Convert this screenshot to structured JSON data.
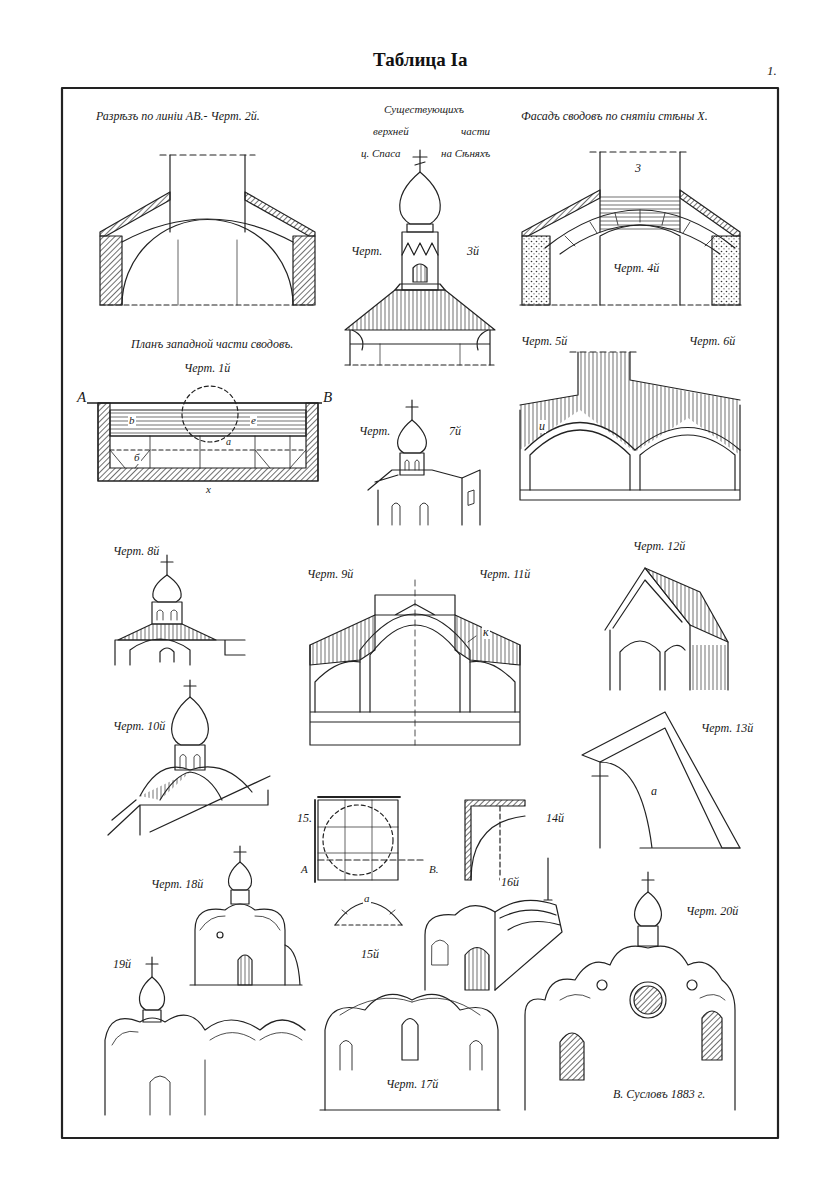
{
  "diagram": {
    "title": "Таблица Iа",
    "labels": [
      "1.",
      "Разрѣзъ по линіи АВ.- Черт. 2й.",
      "Существующихъ",
      "верхней",
      "части",
      "ц. Спаса",
      "на Сѣняхъ",
      "Черт.",
      "3й",
      "Фасадъ сводовъ по снятіи стѣны Х.",
      "Черт. 4й",
      "3",
      "Планъ западной части сводовъ.",
      "Черт. 1й",
      "А",
      "В",
      "Черт.",
      "7й",
      "Черт. 5й",
      "Черт. 6й",
      "и",
      "Черт. 8й",
      "Черт. 9й",
      "Черт. 11й",
      "Черт. 12й",
      "к",
      "Черт. 10й",
      "Черт. 13й",
      "а",
      "15.",
      "А",
      "В.",
      "14й",
      "Черт. 18й",
      "16й",
      "Черт. 20й",
      "19й",
      "15й",
      "а",
      "Черт. 17й",
      "В. Сусловъ 1883 г.",
      "х",
      "а",
      "b",
      "е",
      "б"
    ]
  }
}
